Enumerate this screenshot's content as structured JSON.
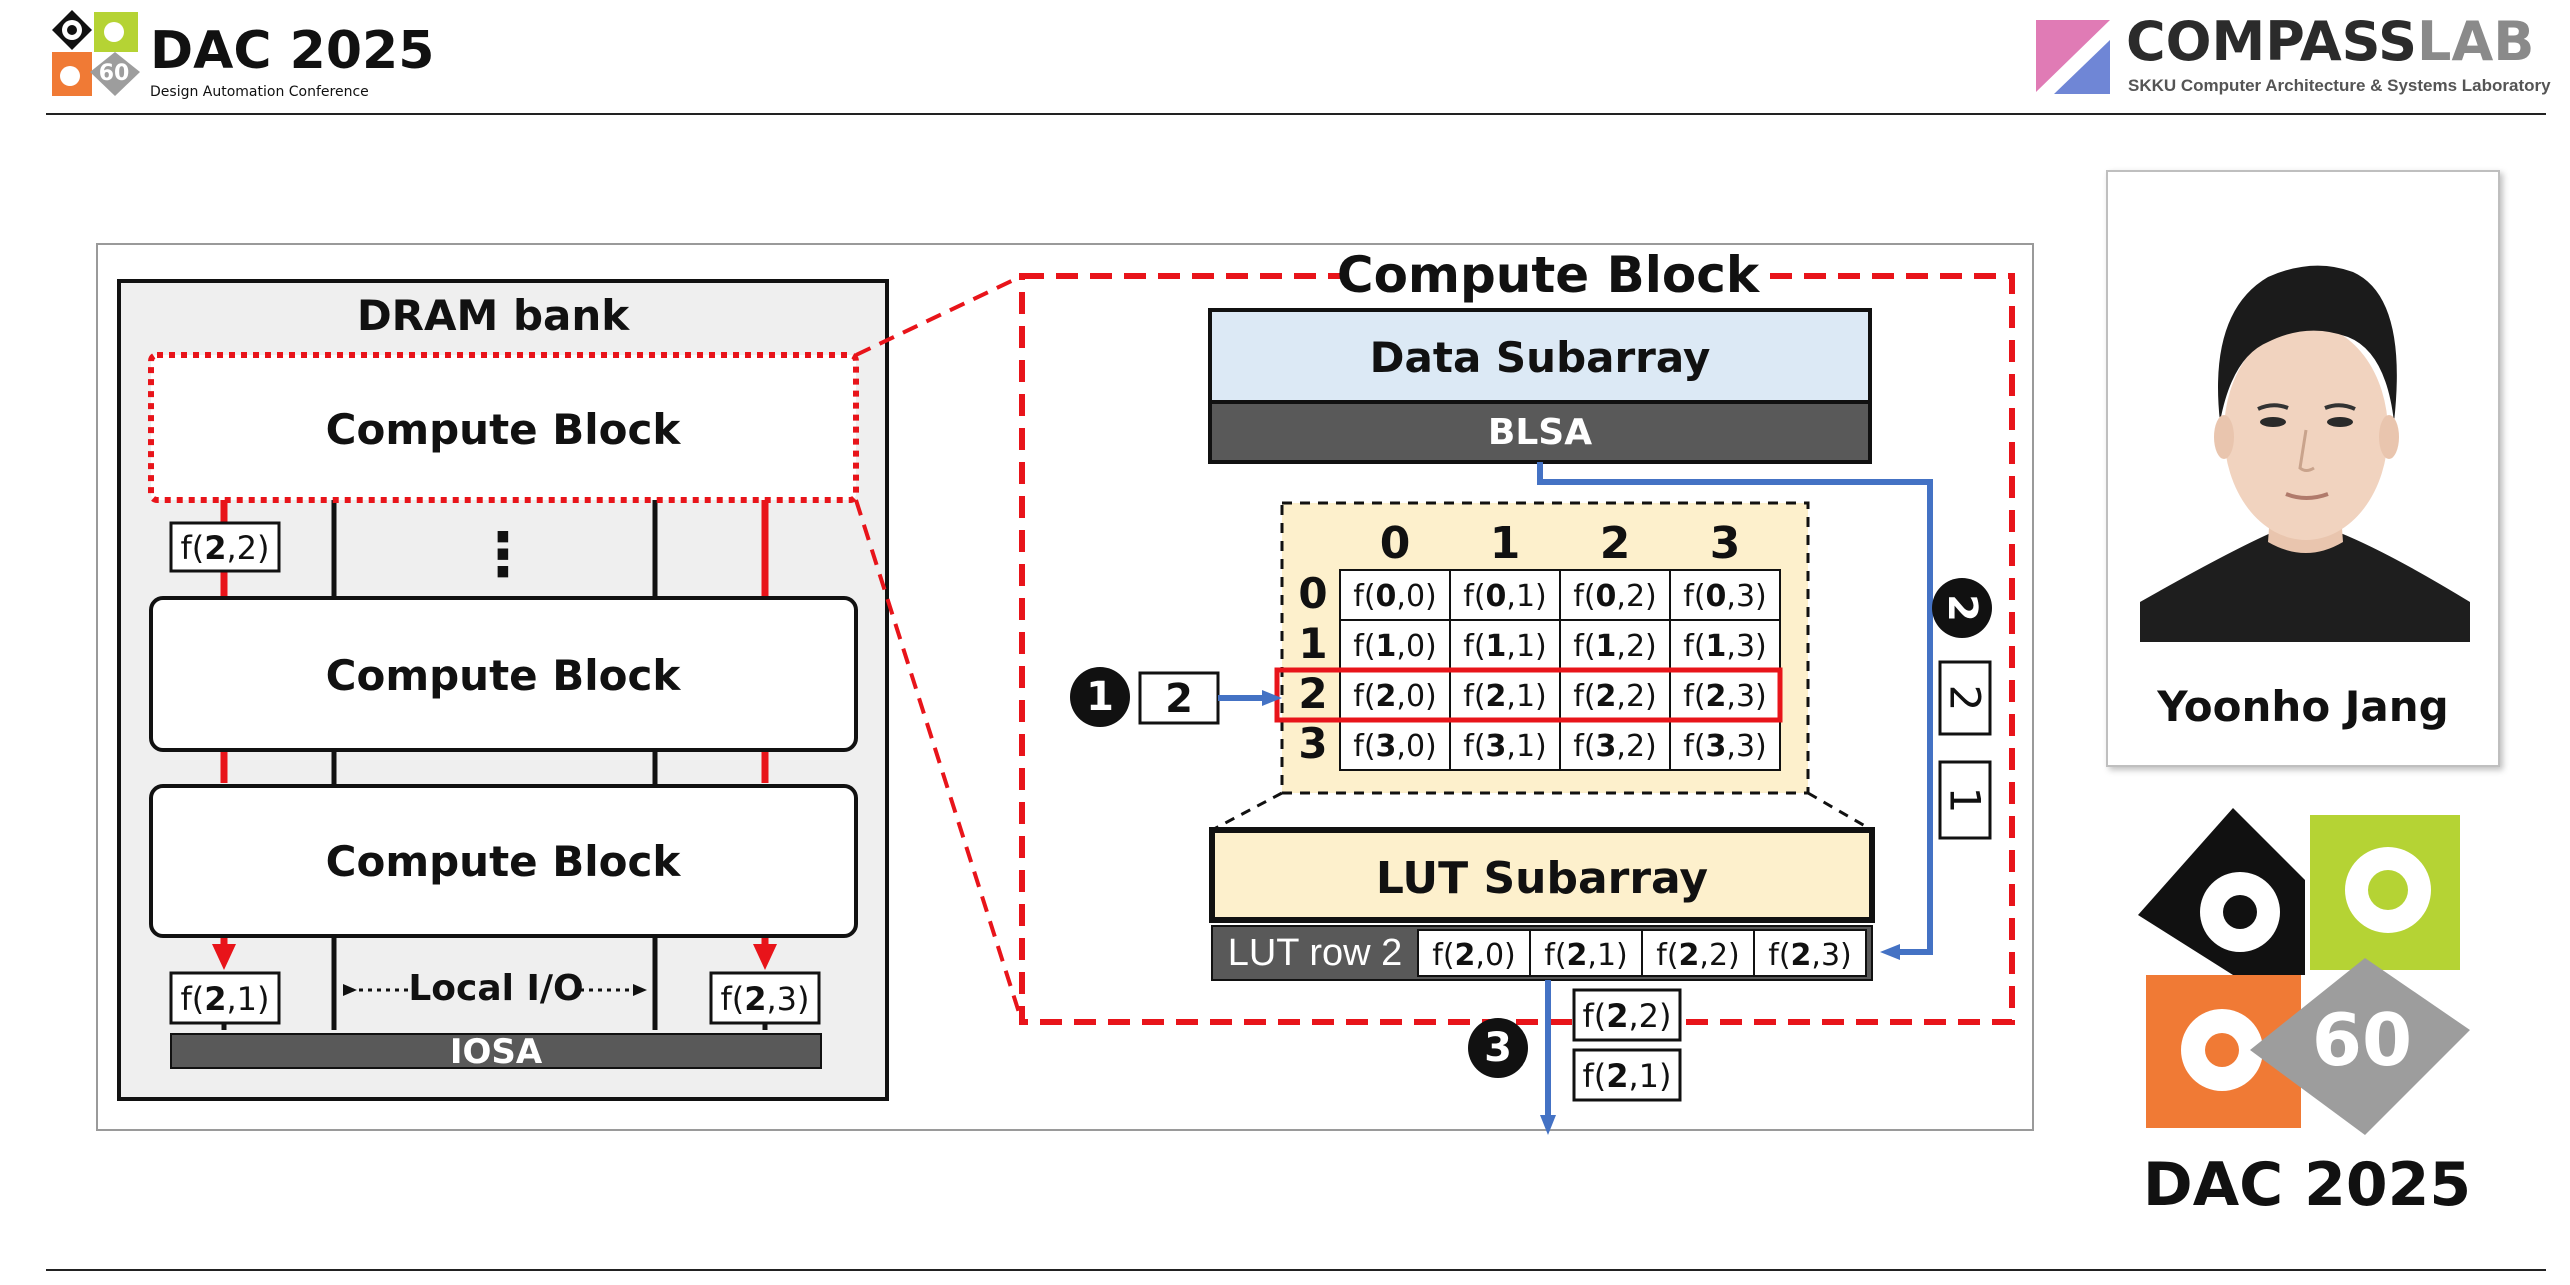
{
  "header": {
    "conference_title": "DAC 2025",
    "conference_subtitle": "Design Automation Conference",
    "logo_badge": "60",
    "lab_name_part1": "COMPASS",
    "lab_name_part2": "LAB",
    "lab_subtitle": "SKKU Computer Architecture & Systems Laboratory"
  },
  "dram_bank": {
    "title": "DRAM bank",
    "blocks": [
      "Compute Block",
      "Compute Block",
      "Compute Block"
    ],
    "ellipsis": "⋮",
    "out_top": [
      "f(",
      "2",
      ",2)"
    ],
    "out_left": [
      "f(",
      "2",
      ",1)"
    ],
    "out_right": [
      "f(",
      "2",
      ",3)"
    ],
    "local_io": "Local I/O",
    "iosa": "IOSA"
  },
  "compute_block": {
    "title": "Compute Block",
    "data_subarray": "Data Subarray",
    "blsa": "BLSA",
    "lut_subarray": "LUT Subarray",
    "lut_row_label": "LUT row 2",
    "lut_row": [
      [
        "f(",
        "2",
        ",0)"
      ],
      [
        "f(",
        "2",
        ",1)"
      ],
      [
        "f(",
        "2",
        ",2)"
      ],
      [
        "f(",
        "2",
        ",3)"
      ]
    ],
    "col_headers": [
      "0",
      "1",
      "2",
      "3"
    ],
    "row_headers": [
      "0",
      "1",
      "2",
      "3"
    ],
    "table": [
      [
        [
          "f(",
          "0",
          ",0)"
        ],
        [
          "f(",
          "0",
          ",1)"
        ],
        [
          "f(",
          "0",
          ",2)"
        ],
        [
          "f(",
          "0",
          ",3)"
        ]
      ],
      [
        [
          "f(",
          "1",
          ",0)"
        ],
        [
          "f(",
          "1",
          ",1)"
        ],
        [
          "f(",
          "1",
          ",2)"
        ],
        [
          "f(",
          "1",
          ",3)"
        ]
      ],
      [
        [
          "f(",
          "2",
          ",0)"
        ],
        [
          "f(",
          "2",
          ",1)"
        ],
        [
          "f(",
          "2",
          ",2)"
        ],
        [
          "f(",
          "2",
          ",3)"
        ]
      ],
      [
        [
          "f(",
          "3",
          ",0)"
        ],
        [
          "f(",
          "3",
          ",1)"
        ],
        [
          "f(",
          "3",
          ",2)"
        ],
        [
          "f(",
          "3",
          ",3)"
        ]
      ]
    ],
    "highlight_row_index": 2,
    "step1_badge": "1",
    "step1_input": "2",
    "step2_badge": "2",
    "step2_values": [
      "2",
      "1"
    ],
    "step3_badge": "3",
    "outputs": [
      [
        "f(",
        "2",
        ",2)"
      ],
      [
        "f(",
        "2",
        ",1)"
      ]
    ]
  },
  "presenter": {
    "name": "Yoonho Jang",
    "photo_alt": "presenter-portrait"
  },
  "footer_logo": {
    "badge": "60",
    "title": "DAC 2025"
  },
  "colors": {
    "red": "#e8141a",
    "blue": "#4472c4",
    "data_subarray_fill": "#dce9f5",
    "lut_fill": "#fdf0cc",
    "dark_gray": "#595959",
    "bank_fill": "#efefef",
    "lime": "#b5d334",
    "orange": "#f07a35",
    "gray_logo": "#9d9d9d",
    "pink": "#e07bb5"
  }
}
